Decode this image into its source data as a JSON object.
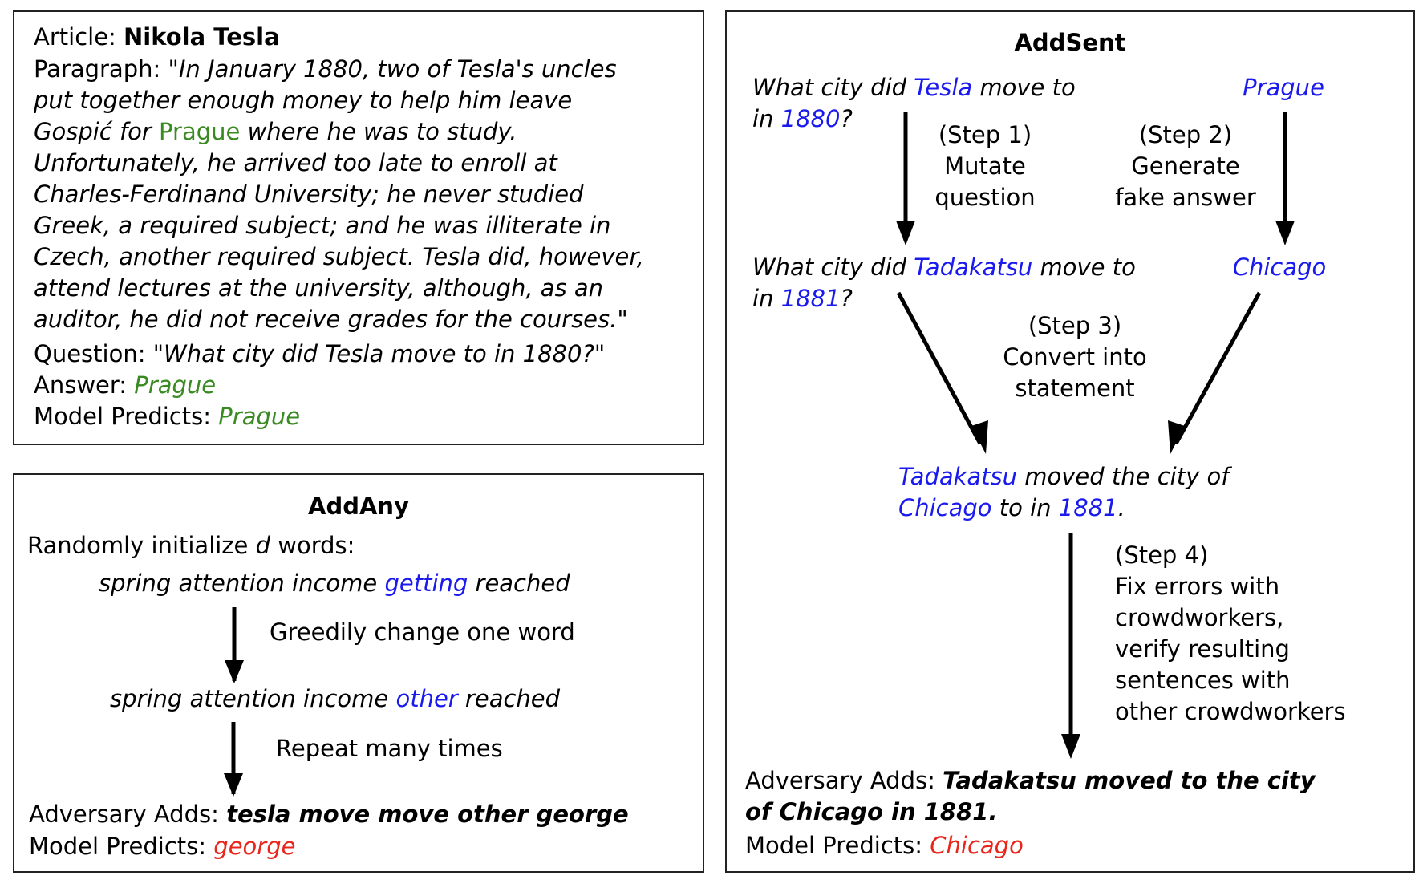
{
  "article_box": {
    "article_label": "Article: ",
    "article_title": "Nikola Tesla",
    "paragraph_label": "Paragraph: \"",
    "paragraph_lines": [
      {
        "before": "In January 1880, two of Tesla",
        "apostrophe": "'",
        "after": "s uncles"
      },
      {
        "text": "put together enough money to help him leave"
      },
      {
        "before": "Gospić for ",
        "highlight": "Prague",
        "after": " where he was to study."
      },
      {
        "text": "Unfortunately, he arrived too late to enroll at"
      },
      {
        "text": "Charles-Ferdinand University; he never studied"
      },
      {
        "text": "Greek, a required subject; and he was illiterate in"
      },
      {
        "text": "Czech, another required subject. Tesla did, however,"
      },
      {
        "text": "attend lectures at the university, although, as an"
      },
      {
        "text": "auditor, he did not receive grades for the courses."
      }
    ],
    "paragraph_close_quote": "\"",
    "question_label": "Question: \"",
    "question_text": "What city did Tesla move to in 1880?",
    "question_close_quote": "\"",
    "answer_label": "Answer: ",
    "answer_value": "Prague",
    "model_label": "Model Predicts: ",
    "model_value": "Prague"
  },
  "addany_box": {
    "title": "AddAny",
    "init_before": "Randomly initialize ",
    "init_var": "d",
    "init_after": " words:",
    "seq1_before": "spring attention income ",
    "seq1_highlight": "getting",
    "seq1_after": " reached",
    "step_greedy": "Greedily change one word",
    "seq2_before": "spring attention income ",
    "seq2_highlight": "other",
    "seq2_after": " reached",
    "step_repeat": "Repeat many times",
    "adversary_label": "Adversary Adds: ",
    "adversary_value": "tesla move move other george",
    "model_label": "Model Predicts: ",
    "model_value": "george"
  },
  "addsent_box": {
    "title": "AddSent",
    "q1_a": "What city did ",
    "q1_b": "Tesla",
    "q1_c": " move to",
    "q1_d": "in ",
    "q1_e": "1880",
    "q1_f": "?",
    "answer1": "Prague",
    "step1": [
      "(Step 1)",
      "Mutate",
      "question"
    ],
    "step2": [
      "(Step 2)",
      "Generate",
      "fake answer"
    ],
    "q2_a": "What city did ",
    "q2_b": "Tadakatsu",
    "q2_c": " move to",
    "q2_d": "in ",
    "q2_e": "1881",
    "q2_f": "?",
    "answer2": "Chicago",
    "step3": [
      "(Step 3)",
      "Convert into",
      "statement"
    ],
    "stmt_a": "Tadakatsu",
    "stmt_b": " moved the city of",
    "stmt_c": "Chicago",
    "stmt_d": " to in ",
    "stmt_e": "1881",
    "stmt_f": ".",
    "step4": [
      "(Step 4)",
      "Fix errors with",
      "crowdworkers,",
      "verify resulting",
      "sentences with",
      "other crowdworkers"
    ],
    "adversary_label": "Adversary Adds: ",
    "adversary_line1": "Tadakatsu moved to the city",
    "adversary_line2": "of Chicago in 1881.",
    "model_label": "Model Predicts: ",
    "model_value": "Chicago"
  },
  "colors": {
    "answer_green": "#3a8a22",
    "perturbation_blue": "#1a1aee",
    "wrong_prediction_red": "#e8261c",
    "border": "#222222"
  }
}
